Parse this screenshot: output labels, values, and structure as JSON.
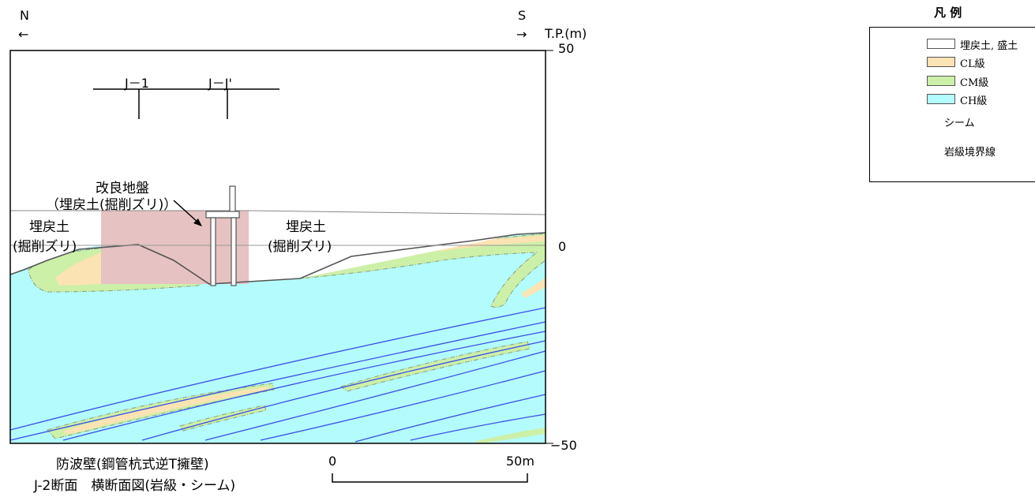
{
  "compass": {
    "north_letter": "N",
    "north_arrow": "←",
    "south_letter": "S",
    "south_arrow": "→"
  },
  "axis": {
    "unit_label": "T.P.(m)",
    "tick_top": "50",
    "tick_mid": "0",
    "tick_bottom": "−50"
  },
  "sections": {
    "left": "J－1",
    "right": "J－J'"
  },
  "annotations": {
    "improved_line1": "改良地盤",
    "improved_line2": "（埋戻土(掘削ズリ)）",
    "left_fill_1": "埋戻土",
    "left_fill_2": "(掘削ズリ)",
    "right_fill_1": "埋戻土",
    "right_fill_2": "(掘削ズリ)"
  },
  "scale": {
    "zero": "0",
    "end": "50m"
  },
  "caption": {
    "line1": "防波壁(鋼管杭式逆T擁壁)",
    "line2": "J-2断面　横断面図(岩級・シーム)"
  },
  "legend": {
    "title": "凡 例",
    "items": [
      {
        "label": "埋戻土, 盛土",
        "color": "#ffffff"
      },
      {
        "label": "CL級",
        "color": "#fbe3b3"
      },
      {
        "label": "CM級",
        "color": "#cdf0a8"
      },
      {
        "label": "CH級",
        "color": "#b3fbfc"
      }
    ],
    "seam_label": "シーム",
    "boundary_label": "岩級境界線"
  },
  "colors": {
    "ch": "#b3fbfc",
    "cm": "#cdf0a8",
    "cl": "#fbe3b3",
    "improved": "#e7c2c2",
    "seam": "#3b50e6",
    "boundary": "#8aa07a"
  }
}
